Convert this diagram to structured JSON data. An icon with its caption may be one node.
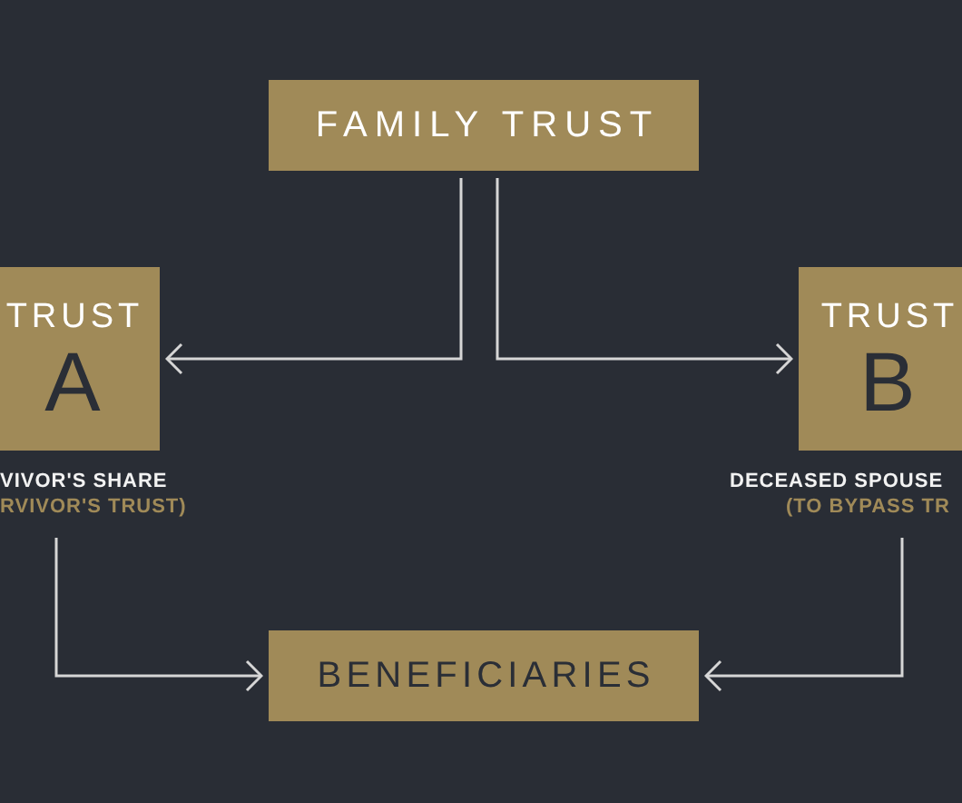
{
  "diagram": {
    "nodes": [
      {
        "text": [
          "FAMILY TRUST"
        ]
      },
      {
        "text": [
          "TRUST",
          "A"
        ],
        "beside": [
          "VIVOR'S SHARE",
          "RVIVOR'S TRUST)"
        ]
      },
      {
        "text": [
          "TRUST",
          "B"
        ],
        "beside": [
          "DECEASED SPOUSE",
          "(TO BYPASS TR"
        ]
      },
      {
        "text": [
          "BENEFICIARIES"
        ]
      }
    ],
    "edges": [
      {
        "from": 0,
        "to": 1,
        "arrow": "to"
      },
      {
        "from": 0,
        "to": 2,
        "arrow": "to"
      },
      {
        "from": 1,
        "to": 3,
        "arrow": "to"
      },
      {
        "from": 2,
        "to": 3,
        "arrow": "to"
      }
    ]
  }
}
